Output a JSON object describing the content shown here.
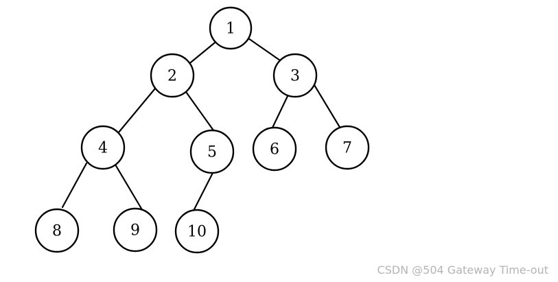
{
  "tree": {
    "nodes": [
      {
        "id": "n1",
        "label": "1"
      },
      {
        "id": "n2",
        "label": "2"
      },
      {
        "id": "n3",
        "label": "3"
      },
      {
        "id": "n4",
        "label": "4"
      },
      {
        "id": "n5",
        "label": "5"
      },
      {
        "id": "n6",
        "label": "6"
      },
      {
        "id": "n7",
        "label": "7"
      },
      {
        "id": "n8",
        "label": "8"
      },
      {
        "id": "n9",
        "label": "9"
      },
      {
        "id": "n10",
        "label": "10"
      }
    ],
    "edges": [
      {
        "from": "n1",
        "to": "n2"
      },
      {
        "from": "n1",
        "to": "n3"
      },
      {
        "from": "n2",
        "to": "n4"
      },
      {
        "from": "n2",
        "to": "n5"
      },
      {
        "from": "n3",
        "to": "n6"
      },
      {
        "from": "n3",
        "to": "n7"
      },
      {
        "from": "n4",
        "to": "n8"
      },
      {
        "from": "n4",
        "to": "n9"
      },
      {
        "from": "n5",
        "to": "n10"
      }
    ]
  },
  "watermark": {
    "text": "CSDN @504 Gateway Time-out"
  }
}
